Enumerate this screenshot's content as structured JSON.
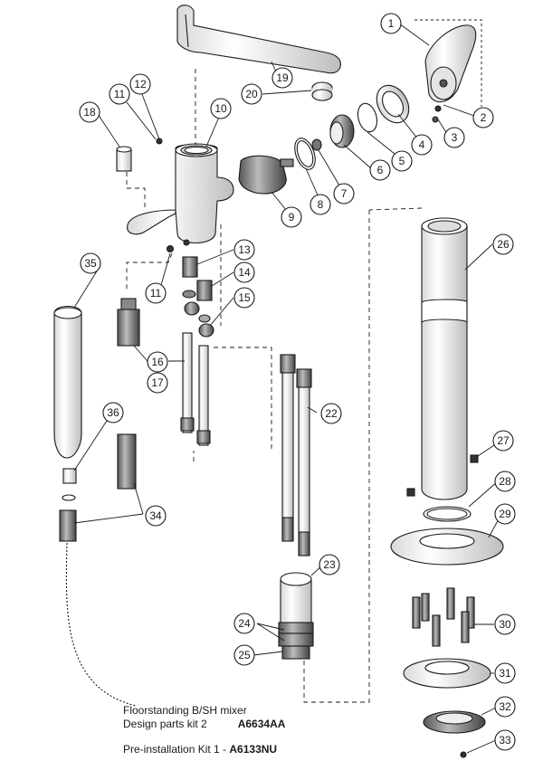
{
  "callouts": [
    "1",
    "2",
    "3",
    "4",
    "5",
    "6",
    "7",
    "8",
    "9",
    "10",
    "11",
    "12",
    "13",
    "14",
    "15",
    "16",
    "17",
    "18",
    "19",
    "20",
    "11",
    "22",
    "23",
    "24",
    "25",
    "26",
    "27",
    "28",
    "29",
    "30",
    "31",
    "32",
    "33",
    "34",
    "35",
    "36"
  ],
  "caption": {
    "title": "Floorstanding B/SH mixer",
    "kit2_label": "Design parts kit 2",
    "kit2_code": "A6634AA",
    "kit1_label": "Pre-installation Kit 1 - ",
    "kit1_code": "A6133NU"
  },
  "colors": {
    "ink": "#1a1a1a",
    "part_fill": "#f2f2f2",
    "shade": "#cfcfcf"
  }
}
